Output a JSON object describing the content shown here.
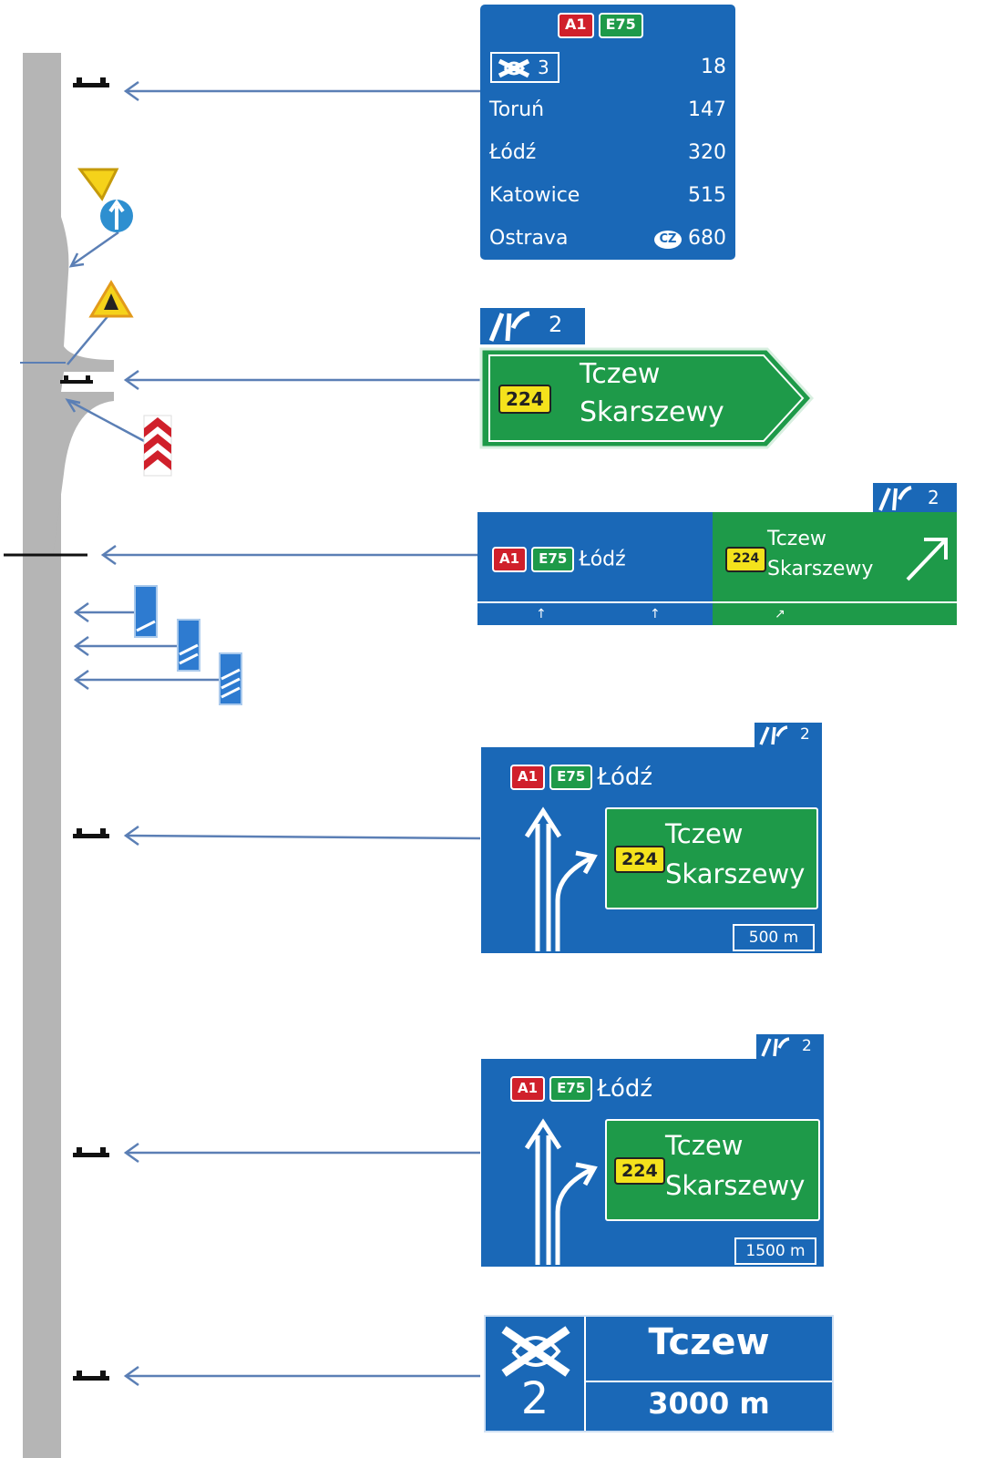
{
  "colors": {
    "blue": "#1a68b7",
    "green": "#1e9a49",
    "red": "#d0202b",
    "yellow": "#f4e21c",
    "road": "#b5b5b5",
    "arrow": "#5b7fb5"
  },
  "sign1": {
    "shields": [
      "A1",
      "E75"
    ],
    "exit_number": "3",
    "exit_distance": "18",
    "rows": [
      {
        "name": "Toruń",
        "dist": "147"
      },
      {
        "name": "Łódź",
        "dist": "320"
      },
      {
        "name": "Katowice",
        "dist": "515"
      },
      {
        "name": "Ostrava",
        "dist": "680",
        "country": "CZ"
      }
    ]
  },
  "sign2": {
    "exit_number": "2",
    "route": "224",
    "dest1": "Tczew",
    "dest2": "Skarszewy"
  },
  "sign3": {
    "exit_number": "2",
    "shields": [
      "A1",
      "E75"
    ],
    "dest_main": "Łódź",
    "route": "224",
    "dest1": "Tczew",
    "dest2": "Skarszewy"
  },
  "sign4": {
    "exit_number": "2",
    "shields": [
      "A1",
      "E75"
    ],
    "dest_main": "Łódź",
    "route": "224",
    "dest1": "Tczew",
    "dest2": "Skarszewy",
    "distance": "500 m"
  },
  "sign5": {
    "exit_number": "2",
    "shields": [
      "A1",
      "E75"
    ],
    "dest_main": "Łódź",
    "route": "224",
    "dest1": "Tczew",
    "dest2": "Skarszewy",
    "distance": "1500 m"
  },
  "sign6": {
    "exit_number": "2",
    "dest": "Tczew",
    "distance": "3000 m"
  }
}
